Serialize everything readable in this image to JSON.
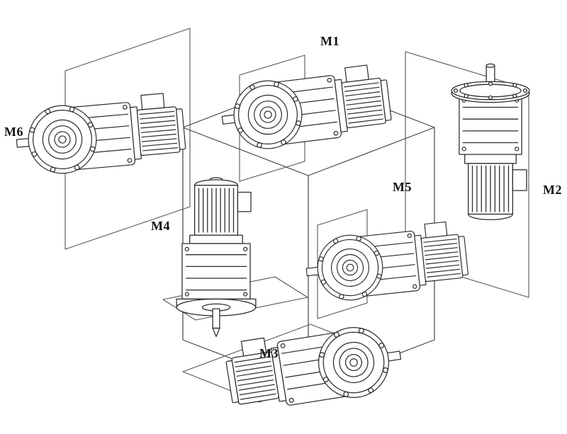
{
  "figure": {
    "description": "Gearmotor mounting positions diagram",
    "labels": {
      "m1": "M1",
      "m2": "M2",
      "m3": "M3",
      "m4": "M4",
      "m5": "M5",
      "m6": "M6"
    },
    "colors": {
      "line": "#2b2b2b",
      "panel_line": "#555555",
      "background": "#ffffff"
    }
  }
}
